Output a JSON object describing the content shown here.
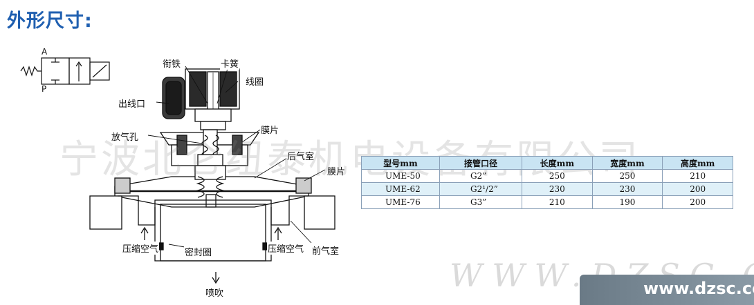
{
  "heading": "外形尺寸:",
  "symbol": {
    "port_a": "A",
    "port_p": "P"
  },
  "callouts": {
    "armature": "衔铁",
    "spring_clip": "卡簧",
    "coil": "线圈",
    "wire_outlet": "出线口",
    "bleed_hole": "放气孔",
    "diaphragm_top": "膜片",
    "rear_chamber": "后气室",
    "diaphragm_right": "膜片",
    "compressed_air_left": "压缩空气",
    "seal_ring": "密封圈",
    "compressed_air_right": "压缩空气",
    "front_chamber": "前气室",
    "spray": "喷吹"
  },
  "table": {
    "headers": [
      "型号mm",
      "接管口径",
      "长度mm",
      "宽度mm",
      "高度mm"
    ],
    "rows": [
      [
        "UME-50",
        "G2”",
        "250",
        "250",
        "210"
      ],
      [
        "UME-62",
        "G2¹/2”",
        "230",
        "230",
        "200"
      ],
      [
        "UME-76",
        "G3”",
        "210",
        "190",
        "200"
      ]
    ]
  },
  "watermark": {
    "company": "宁波北仑纽泰机电设备有限公司",
    "site_text": "WWW.DZSC.COM",
    "badge": "www.dzsc.com"
  },
  "colors": {
    "heading": "#1f5fb0",
    "table_header_bg": "#c9e4f3",
    "table_alt_bg": "#dff0f8"
  }
}
